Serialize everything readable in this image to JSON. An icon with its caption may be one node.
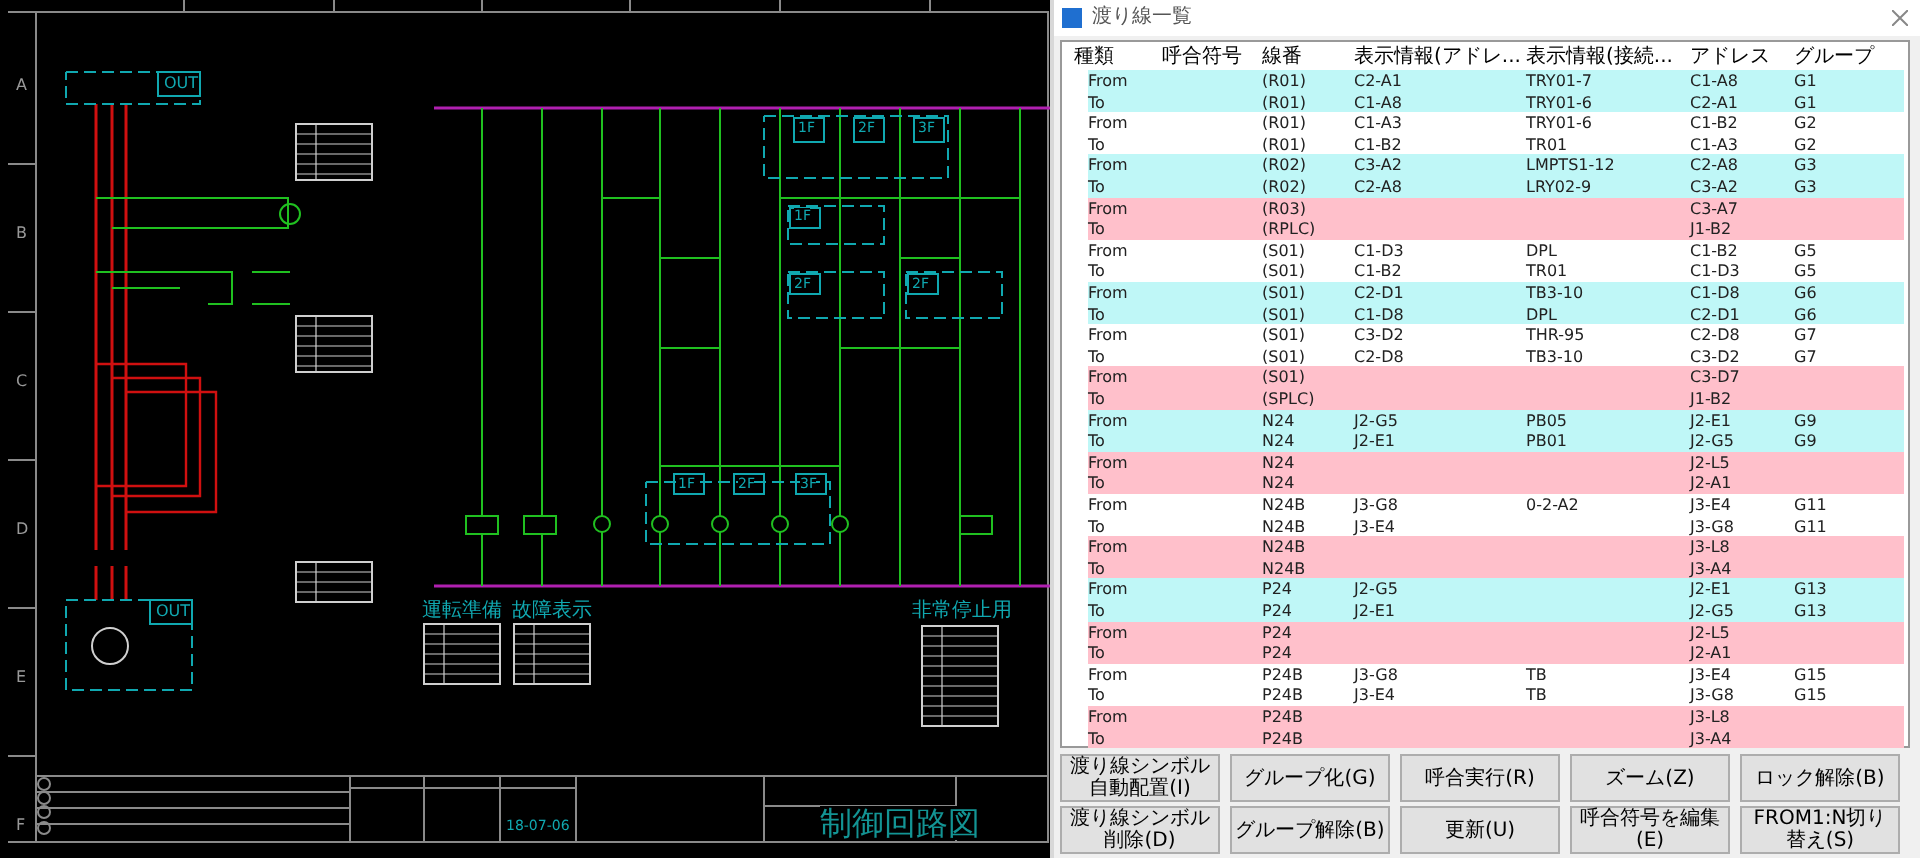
{
  "diagram": {
    "title": "渡り線一覧",
    "labels": [
      "A",
      "OUT",
      "1F",
      "2F",
      "3F",
      "1F",
      "B",
      "2F",
      "2F",
      "C",
      "1F",
      "2F",
      "3F",
      "D",
      "OUT",
      "運転準備",
      "故障表示",
      "非常停止用",
      "E",
      "18-07-06",
      "制御回路図",
      "F",
      "種類",
      "呼合符号",
      "線番",
      "表示情報(アドレ...",
      "表示情報(接続...",
      "アドレス",
      "グループ",
      "From",
      "(R01)",
      "C2-A1",
      "TRY01-7",
      "C1-A8",
      "G1",
      "To",
      "(R01)",
      "C1-A8",
      "TRY01-6",
      "C2-A1",
      "G1",
      "From",
      "(R01)",
      "C1-A3",
      "TRY01-6",
      "C1-B2",
      "G2",
      "To",
      "(R01)",
      "C1-B2",
      "TR01",
      "C1-A3",
      "G2",
      "From",
      "(R02)",
      "C3-A2",
      "LMPTS1-12",
      "C2-A8",
      "G3",
      "To",
      "(R02)",
      "C2-A8",
      "LRY02-9",
      "C3-A2",
      "G3",
      "From",
      "(R03)",
      "C3-A7",
      "To",
      "(RPLC)",
      "J1-B2",
      "From",
      "(S01)",
      "C1-D3",
      "DPL",
      "C1-B2",
      "G5",
      "To",
      "(S01)",
      "C1-B2",
      "TR01",
      "C1-D3",
      "G5",
      "From",
      "(S01)",
      "C2-D1",
      "TB3-10",
      "C1-D8",
      "G6",
      "To",
      "(S01)",
      "C1-D8",
      "DPL",
      "C2-D1",
      "G6",
      "From",
      "(S01)",
      "C3-D2",
      "THR-95",
      "C2-D8",
      "G7",
      "To",
      "(S01)",
      "C2-D8",
      "TB3-10",
      "C3-D2",
      "G7",
      "From",
      "(S01)",
      "C3-D7",
      "To",
      "(SPLC)",
      "J1-B2",
      "From",
      "N24",
      "J2-G5",
      "PB05",
      "J2-E1",
      "G9",
      "To",
      "N24",
      "J2-E1",
      "PB01",
      "J2-G5",
      "G9",
      "From",
      "N24",
      "J2-L5",
      "To",
      "N24",
      "J2-A1",
      "From",
      "N24B",
      "J3-G8",
      "0-2-A2",
      "J3-E4",
      "G11",
      "To",
      "N24B",
      "J3-E4",
      "J3-G8",
      "G11",
      "From",
      "N24B",
      "J3-L8",
      "To",
      "N24B",
      "J3-A4",
      "From",
      "P24",
      "J2-G5",
      "J2-E1",
      "G13",
      "To",
      "P24",
      "J2-E1",
      "J2-G5",
      "G13",
      "From",
      "P24",
      "J2-L5",
      "To",
      "P24",
      "J2-A1",
      "From",
      "P24B",
      "J3-G8",
      "TB",
      "J3-E4",
      "G15",
      "To",
      "P24B",
      "J3-E4",
      "TB",
      "J3-G8",
      "G15",
      "From",
      "P24B",
      "J3-L8",
      "To",
      "P24B",
      "J3-A4",
      "渡り線シンボル自動配置(I)",
      "グループ化(G)",
      "呼合実行(R)",
      "ズーム(Z)",
      "ロック解除(B)",
      "渡り線シンボル削除(D)",
      "グループ解除(B)",
      "更新(U)",
      "呼合符号を編集(E)",
      "FROM1:N切り替え(S)"
    ]
  }
}
